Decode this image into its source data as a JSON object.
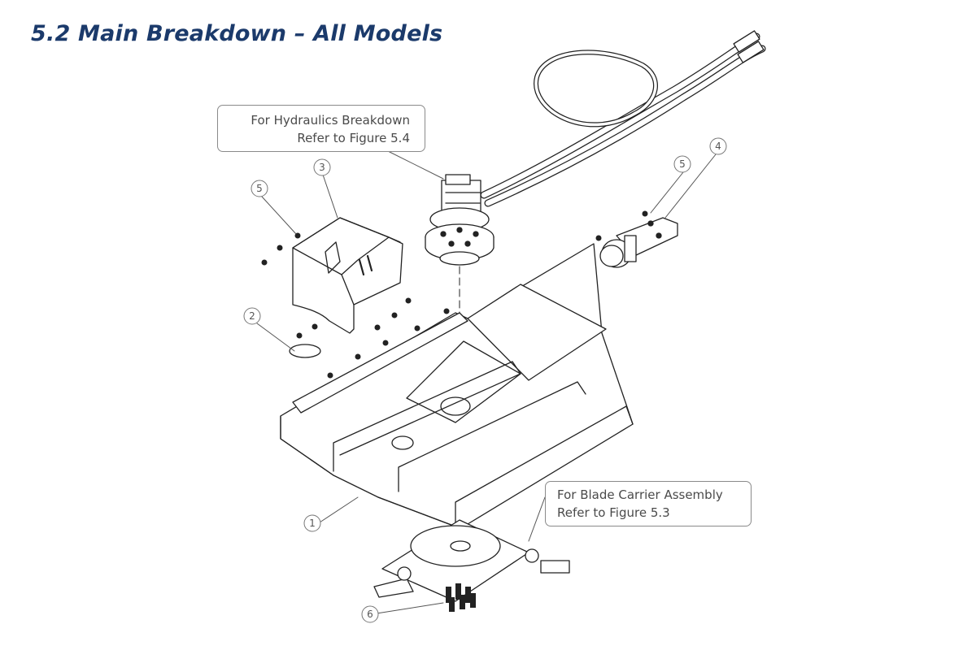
{
  "page": {
    "title": "5.2 Main Breakdown – All Models",
    "title_color": "#1b3a6b"
  },
  "callouts": {
    "hydraulics": {
      "line1": "For Hydraulics Breakdown",
      "line2": "Refer to Figure 5.4"
    },
    "blade_carrier": {
      "line1": "For Blade Carrier Assembly",
      "line2": "Refer to Figure 5.3"
    }
  },
  "balloons": {
    "deck": "1",
    "cover_plate": "2",
    "motor_shield": "3",
    "valve": "4",
    "bolt_shield": "5",
    "bolt_valve": "5",
    "blade_bolts": "6"
  },
  "colors": {
    "line": "#222222",
    "leader": "#555555",
    "balloon_stroke": "#777777"
  }
}
